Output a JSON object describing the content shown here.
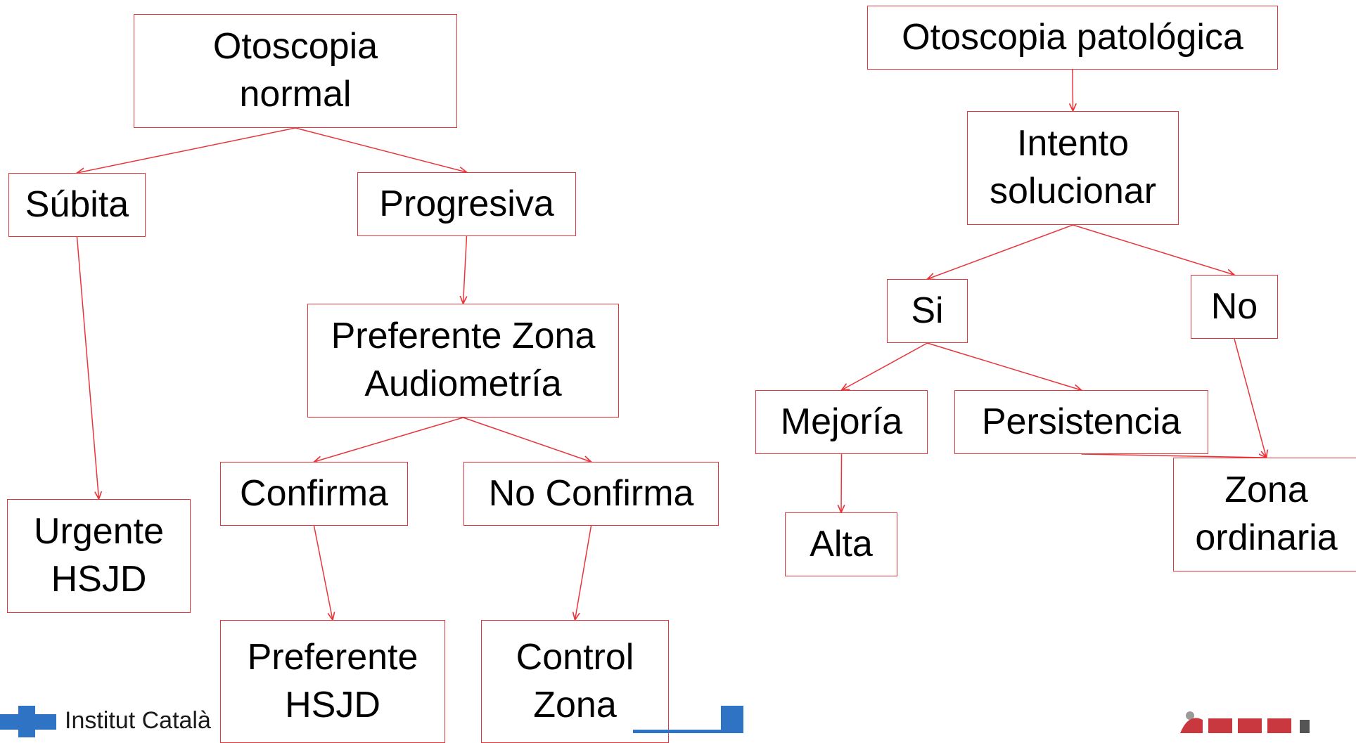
{
  "diagram": {
    "line_color": "#e8353a",
    "nodes": {
      "otoscopia_normal": "Otoscopia\nnormal",
      "subita": "Súbita",
      "progresiva": "Progresiva",
      "preferente_zona": "Preferente Zona\nAudiometría",
      "urgente_hsjd": "Urgente\nHSJD",
      "confirma": "Confirma",
      "no_confirma": "No Confirma",
      "preferente_hsjd": "Preferente\nHSJD",
      "control_zona": "Control\nZona",
      "otoscopia_patologica": "Otoscopia patológica",
      "intento_solucionar": "Intento\nsolucionar",
      "si": "Si",
      "no": "No",
      "mejoria": "Mejoría",
      "persistencia": "Persistencia",
      "alta": "Alta",
      "zona_ordinaria": "Zona\nordinaria"
    },
    "edges": [
      [
        "otoscopia_normal",
        "subita"
      ],
      [
        "otoscopia_normal",
        "progresiva"
      ],
      [
        "subita",
        "urgente_hsjd"
      ],
      [
        "progresiva",
        "preferente_zona"
      ],
      [
        "preferente_zona",
        "confirma"
      ],
      [
        "preferente_zona",
        "no_confirma"
      ],
      [
        "confirma",
        "preferente_hsjd"
      ],
      [
        "no_confirma",
        "control_zona"
      ],
      [
        "otoscopia_patologica",
        "intento_solucionar"
      ],
      [
        "intento_solucionar",
        "si"
      ],
      [
        "intento_solucionar",
        "no"
      ],
      [
        "si",
        "mejoria"
      ],
      [
        "si",
        "persistencia"
      ],
      [
        "mejoria",
        "alta"
      ],
      [
        "persistencia",
        "zona_ordinaria"
      ],
      [
        "no",
        "zona_ordinaria"
      ]
    ]
  },
  "footer": {
    "logo_left_text": "Institut Català",
    "logo_left_color": "#2f73c4",
    "logo_right_color": "#c9383f"
  }
}
